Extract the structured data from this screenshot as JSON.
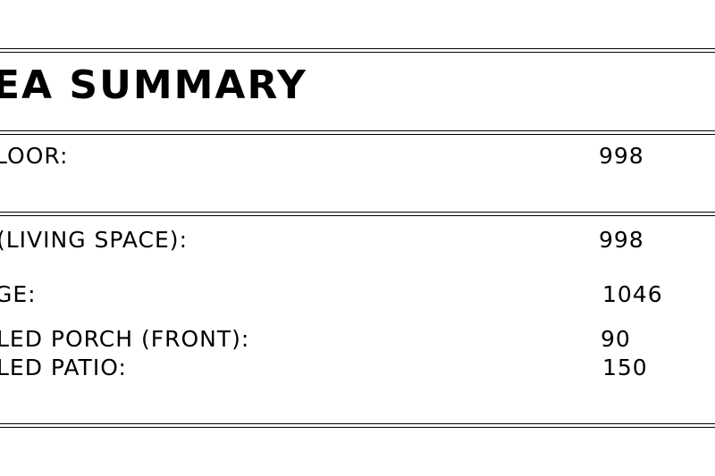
{
  "title": "EA SUMMARY",
  "rows": [
    {
      "label": "LOOR:",
      "value": "998"
    },
    {
      "label": "(LIVING SPACE):",
      "value": "998"
    },
    {
      "label": "GE:",
      "value": "1046"
    },
    {
      "label": "LED PORCH (FRONT):",
      "value": "90"
    },
    {
      "label": "LED PATIO:",
      "value": "150"
    }
  ]
}
